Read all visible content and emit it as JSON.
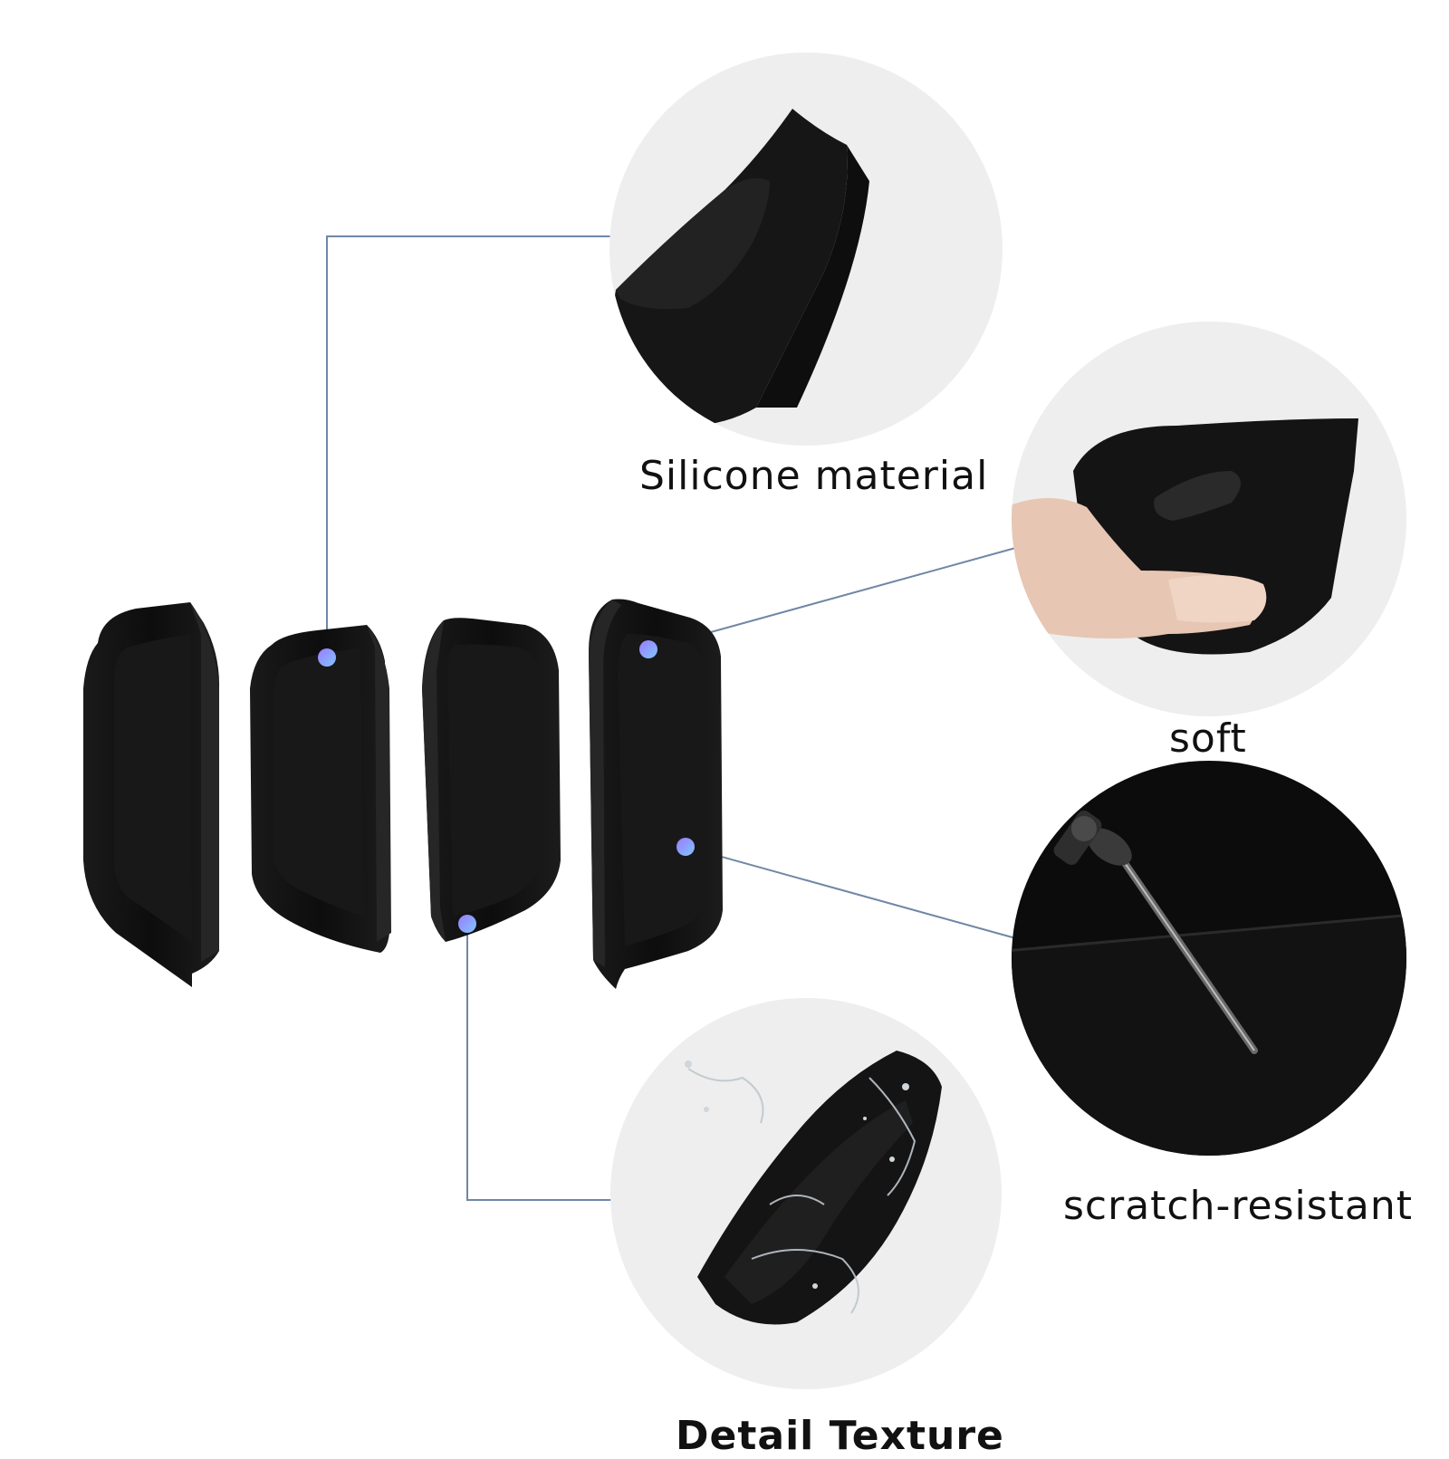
{
  "features": {
    "silicone": {
      "label": "Silicone material"
    },
    "soft": {
      "label": "soft"
    },
    "scratch": {
      "label": "scratch-resistant"
    },
    "detail": {
      "label": "Detail Texture"
    }
  },
  "colors": {
    "product": "#111111",
    "callout_line": "#6f87a6",
    "circle_bg": "#eeeeee",
    "dot_start": "#9b7bff",
    "dot_end": "#7fc6ff"
  }
}
